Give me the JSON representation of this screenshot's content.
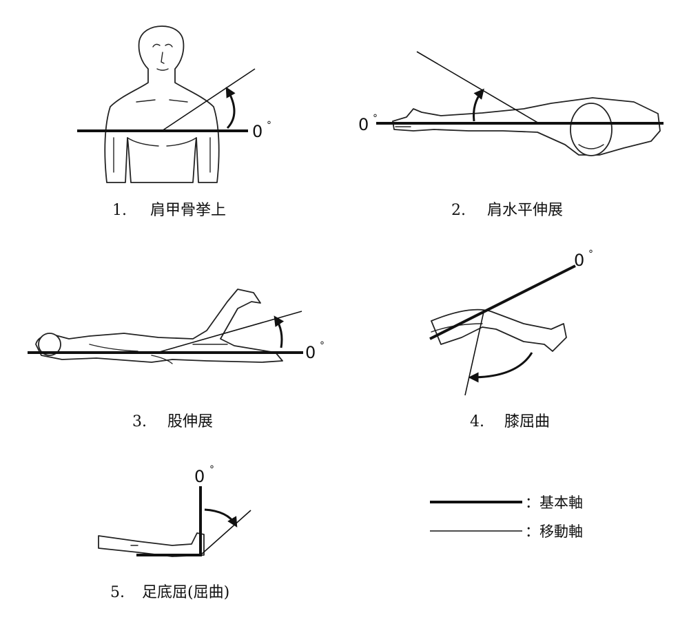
{
  "figures": [
    {
      "number": "1.",
      "label": "肩甲骨挙上",
      "zero_label": "0",
      "degree_symbol": "°"
    },
    {
      "number": "2.",
      "label": "肩水平伸展",
      "zero_label": "0",
      "degree_symbol": "°"
    },
    {
      "number": "3.",
      "label": "股伸展",
      "zero_label": "0",
      "degree_symbol": "°"
    },
    {
      "number": "4.",
      "label": "膝屈曲",
      "zero_label": "0",
      "degree_symbol": "°"
    },
    {
      "number": "5.",
      "label": "足底屈(屈曲)",
      "zero_label": "0",
      "degree_symbol": "°"
    }
  ],
  "legend": {
    "base_axis": "：基本軸",
    "moving_axis": "：移動軸"
  }
}
